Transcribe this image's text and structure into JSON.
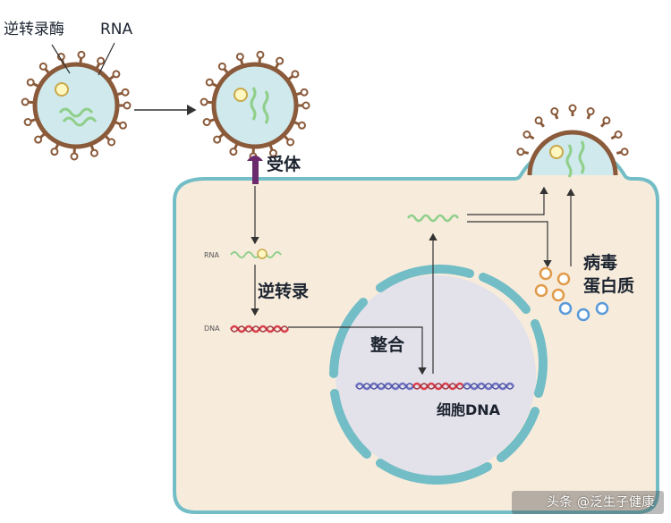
{
  "labels": {
    "reverse_transcriptase": "逆转录酶",
    "rna_top": "RNA",
    "receptor": "受体",
    "rna_small": "RNA",
    "reverse_transcription": "逆转录",
    "dna_small": "DNA",
    "integration": "整合",
    "cell_dna": "细胞DNA",
    "viral_protein_line1": "病毒",
    "viral_protein_line2": "蛋白质"
  },
  "watermark": "头条 @泛生子健康",
  "colors": {
    "cell_fill": "#f7ecdc",
    "cell_stroke": "#72bdc6",
    "nucleus_fill": "#e2e2ea",
    "virus_envelope": "#8a5a3a",
    "virus_core": "#cfe9ec",
    "rna_strand": "#8fcf8a",
    "dna_red": "#d8404c",
    "dna_blue": "#6a6fc0",
    "arrow": "#333333",
    "receptor": "#6b2a6b"
  }
}
